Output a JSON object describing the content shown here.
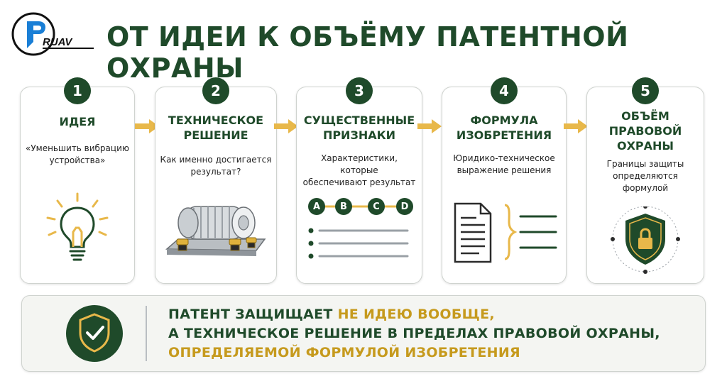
{
  "logo": {
    "text": "RUAV"
  },
  "title": "ОТ ИДЕИ К ОБЪЁМУ ПАТЕНТНОЙ ОХРАНЫ",
  "colors": {
    "primary": "#1f4a2a",
    "accent": "#e8b84a",
    "accent_text": "#c69a1d"
  },
  "steps": [
    {
      "num": "1",
      "title": [
        "ИДЕЯ"
      ],
      "desc": [
        "«Уменьшить вибрацию",
        "устройства»"
      ],
      "icon": "lightbulb-icon"
    },
    {
      "num": "2",
      "title": [
        "ТЕХНИЧЕСКОЕ",
        "РЕШЕНИЕ"
      ],
      "desc": [
        "Как именно достигается",
        "результат?"
      ],
      "icon": "motor-on-dampers-icon"
    },
    {
      "num": "3",
      "title": [
        "СУЩЕСТВЕННЫЕ",
        "ПРИЗНАКИ"
      ],
      "desc": [
        "Характеристики, которые",
        "обеспечивают результат"
      ],
      "features": [
        "A",
        "B",
        "C",
        "D"
      ],
      "icon": "feature-list-icon"
    },
    {
      "num": "4",
      "title": [
        "ФОРМУЛА",
        "ИЗОБРЕТЕНИЯ"
      ],
      "desc": [
        "Юридико-техническое",
        "выражение решения"
      ],
      "icon": "document-icon"
    },
    {
      "num": "5",
      "title": [
        "ОБЪЁМ",
        "ПРАВОВОЙ",
        "ОХРАНЫ"
      ],
      "desc": [
        "Границы защиты",
        "определяются",
        "формулой"
      ],
      "icon": "shield-lock-icon"
    }
  ],
  "banner": {
    "line1_a": "ПАТЕНТ ЗАЩИЩАЕТ ",
    "line1_b": "НЕ ИДЕЮ ВООБЩЕ,",
    "line2": "А ТЕХНИЧЕСКОЕ РЕШЕНИЕ В ПРЕДЕЛАХ ПРАВОВОЙ ОХРАНЫ,",
    "line3": "ОПРЕДЕЛЯЕМОЙ ФОРМУЛОЙ ИЗОБРЕТЕНИЯ",
    "icon": "shield-check-icon"
  }
}
